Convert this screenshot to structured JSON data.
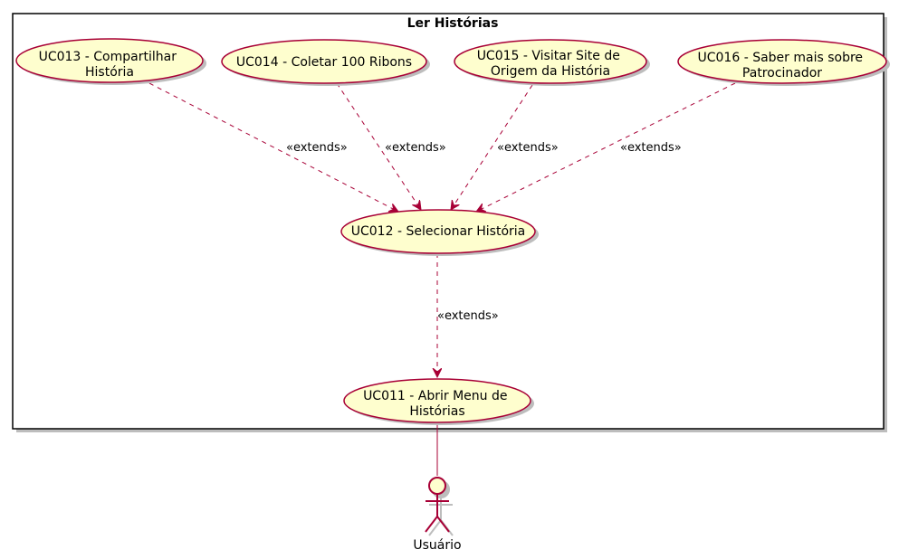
{
  "system": {
    "title": "Ler Histórias"
  },
  "use_cases": {
    "uc013": [
      "UC013 - Compartilhar",
      "História"
    ],
    "uc014": [
      "UC014 - Coletar 100 Ribons"
    ],
    "uc015": [
      "UC015 - Visitar Site de",
      "Origem da História"
    ],
    "uc016": [
      "UC016 - Saber mais sobre",
      "Patrocinador"
    ],
    "uc012": [
      "UC012 - Selecionar História"
    ],
    "uc011": [
      "UC011 - Abrir Menu de",
      "Histórias"
    ]
  },
  "relations": {
    "uc013_to_uc012": "«extends»",
    "uc014_to_uc012": "«extends»",
    "uc015_to_uc012": "«extends»",
    "uc016_to_uc012": "«extends»",
    "uc012_to_uc011": "«extends»"
  },
  "actor": {
    "label": "Usuário"
  },
  "colors": {
    "usecase_fill": "#FEFECE",
    "line": "#A80036",
    "boundary": "#000000",
    "shadow": "#bdbdbd"
  }
}
